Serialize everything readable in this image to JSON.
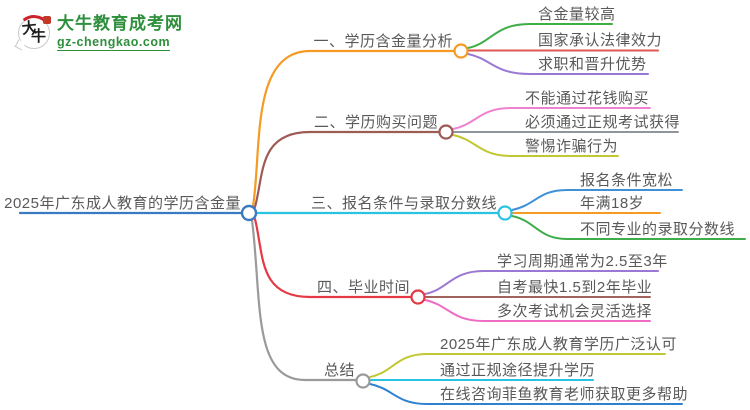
{
  "page": {
    "background": "#ffffff"
  },
  "logo": {
    "title": "大牛教育成考网",
    "subtitle": "gz-chengkao.com",
    "icon_chars": [
      "大",
      "牛"
    ],
    "brand_color": "#2e8f3c",
    "seal_color": "#c0392b"
  },
  "mindmap": {
    "root": {
      "label": "2025年广东成人教育的学历含金量",
      "color": "#3a7ac0"
    },
    "branches": [
      {
        "label": "一、学历含金量分析",
        "color": "#f59a23",
        "children": [
          {
            "label": "含金量较高",
            "color": "#3fae49"
          },
          {
            "label": "国家承认法律效力",
            "color": "#e25550"
          },
          {
            "label": "求职和晋升优势",
            "color": "#9b79d2"
          }
        ]
      },
      {
        "label": "二、学历购买问题",
        "color": "#9e5a55",
        "children": [
          {
            "label": "不能通过花钱购买",
            "color": "#ee82d0"
          },
          {
            "label": "必须通过正规考试获得",
            "color": "#8f959a"
          },
          {
            "label": "警惕诈骗行为",
            "color": "#c2c832"
          }
        ]
      },
      {
        "label": "三、报名条件与录取分数线",
        "color": "#2bc3e4",
        "children": [
          {
            "label": "报名条件宽松",
            "color": "#4090d8"
          },
          {
            "label": "年满18岁",
            "color": "#f59a23"
          },
          {
            "label": "不同专业的录取分数线",
            "color": "#3fae49"
          }
        ]
      },
      {
        "label": "四、毕业时间",
        "color": "#e53945",
        "children": [
          {
            "label": "学习周期通常为2.5至3年",
            "color": "#9b79d2"
          },
          {
            "label": "自考最快1.5到2年毕业",
            "color": "#a2635c"
          },
          {
            "label": "多次考试机会灵活选择",
            "color": "#ee6cc4"
          }
        ]
      },
      {
        "label": "总结",
        "color": "#9a9a9a",
        "children": [
          {
            "label": "2025年广东成人教育学历广泛认可",
            "color": "#c2c832"
          },
          {
            "label": "通过正规途径提升学历",
            "color": "#2bc3e4"
          },
          {
            "label": "在线咨询菲鱼教育老师获取更多帮助",
            "color": "#2e81d0"
          }
        ]
      }
    ]
  }
}
